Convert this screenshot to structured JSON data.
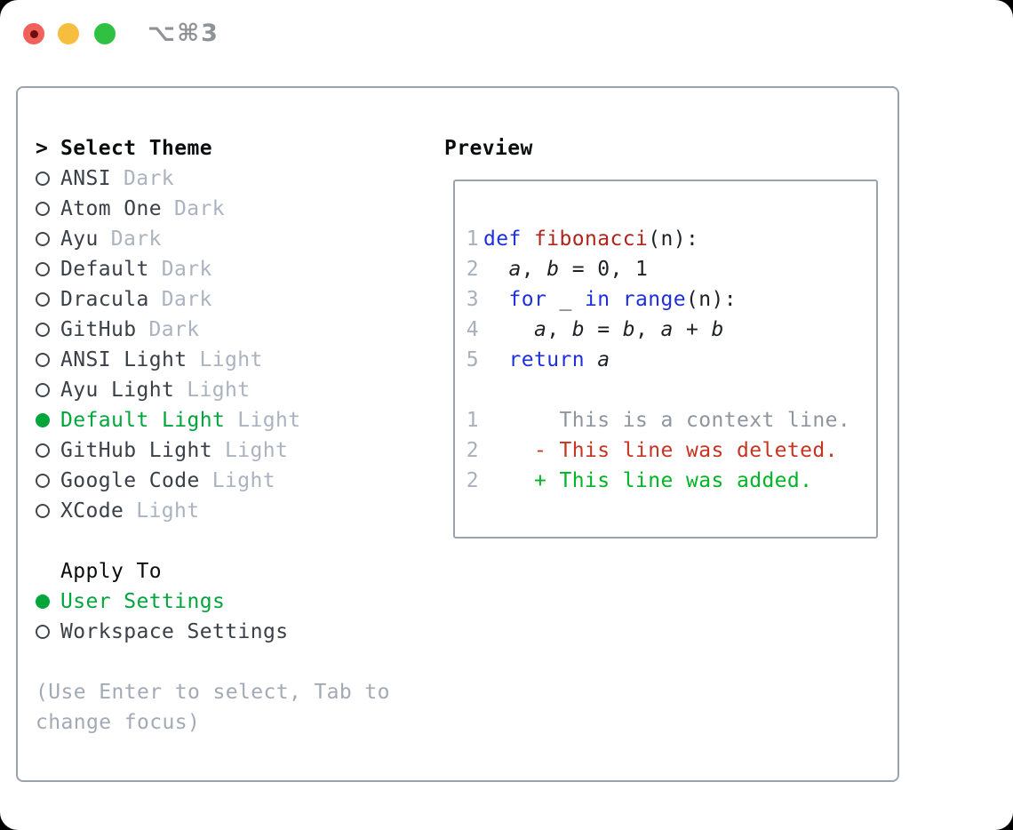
{
  "titlebar": {
    "shortcut": "⌥⌘3"
  },
  "theme_picker": {
    "header_prefix": ">",
    "header": "Select Theme",
    "themes": [
      {
        "name": "ANSI",
        "type": "Dark",
        "selected": false
      },
      {
        "name": "Atom One",
        "type": "Dark",
        "selected": false
      },
      {
        "name": "Ayu",
        "type": "Dark",
        "selected": false
      },
      {
        "name": "Default",
        "type": "Dark",
        "selected": false
      },
      {
        "name": "Dracula",
        "type": "Dark",
        "selected": false
      },
      {
        "name": "GitHub",
        "type": "Dark",
        "selected": false
      },
      {
        "name": "ANSI Light",
        "type": "Light",
        "selected": false
      },
      {
        "name": "Ayu Light",
        "type": "Light",
        "selected": false
      },
      {
        "name": "Default Light",
        "type": "Light",
        "selected": true
      },
      {
        "name": "GitHub Light",
        "type": "Light",
        "selected": false
      },
      {
        "name": "Google Code",
        "type": "Light",
        "selected": false
      },
      {
        "name": "XCode",
        "type": "Light",
        "selected": false
      }
    ],
    "apply_to": {
      "header": "Apply To",
      "options": [
        {
          "label": "User Settings",
          "selected": true
        },
        {
          "label": "Workspace Settings",
          "selected": false
        }
      ]
    },
    "hint_lines": [
      "(Use Enter to select, Tab to",
      "change focus)"
    ]
  },
  "preview": {
    "header": "Preview",
    "code_lines": [
      {
        "num": "1",
        "segments": [
          [
            "kw",
            "def"
          ],
          [
            "pl",
            " "
          ],
          [
            "fn",
            "fibonacci"
          ],
          [
            "pl",
            "(n):"
          ]
        ]
      },
      {
        "num": "2",
        "segments": [
          [
            "pl",
            "  "
          ],
          [
            "var",
            "a"
          ],
          [
            "pl",
            ", "
          ],
          [
            "var",
            "b"
          ],
          [
            "pl",
            " = 0, 1"
          ]
        ]
      },
      {
        "num": "3",
        "segments": [
          [
            "pl",
            "  "
          ],
          [
            "kw",
            "for"
          ],
          [
            "pl",
            " _ "
          ],
          [
            "kw",
            "in"
          ],
          [
            "pl",
            " "
          ],
          [
            "kw",
            "range"
          ],
          [
            "pl",
            "(n):"
          ]
        ]
      },
      {
        "num": "4",
        "segments": [
          [
            "pl",
            "    "
          ],
          [
            "var",
            "a"
          ],
          [
            "pl",
            ", "
          ],
          [
            "var",
            "b"
          ],
          [
            "pl",
            " = "
          ],
          [
            "var",
            "b"
          ],
          [
            "pl",
            ", "
          ],
          [
            "var",
            "a"
          ],
          [
            "pl",
            " + "
          ],
          [
            "var",
            "b"
          ]
        ]
      },
      {
        "num": "5",
        "segments": [
          [
            "pl",
            "  "
          ],
          [
            "kw",
            "return"
          ],
          [
            "pl",
            " "
          ],
          [
            "var",
            "a"
          ]
        ]
      },
      {
        "num": "",
        "segments": []
      },
      {
        "num": "1",
        "segments": [
          [
            "ctx",
            "      This is a context line."
          ]
        ]
      },
      {
        "num": "2",
        "segments": [
          [
            "del",
            "    - This line was deleted."
          ]
        ]
      },
      {
        "num": "2",
        "segments": [
          [
            "add",
            "    + This line was added."
          ]
        ]
      }
    ]
  },
  "colors": {
    "selection_green": "#00a53c",
    "added_green": "#00b426",
    "deleted_red": "#c73422",
    "keyword_blue": "#1c31db",
    "function_red": "#b0241a",
    "muted_gray": "#aab3bf",
    "border_gray": "#9aa3ae",
    "traffic_red": "#f1605a",
    "traffic_yellow": "#f6bd3e",
    "traffic_green": "#31c142"
  }
}
